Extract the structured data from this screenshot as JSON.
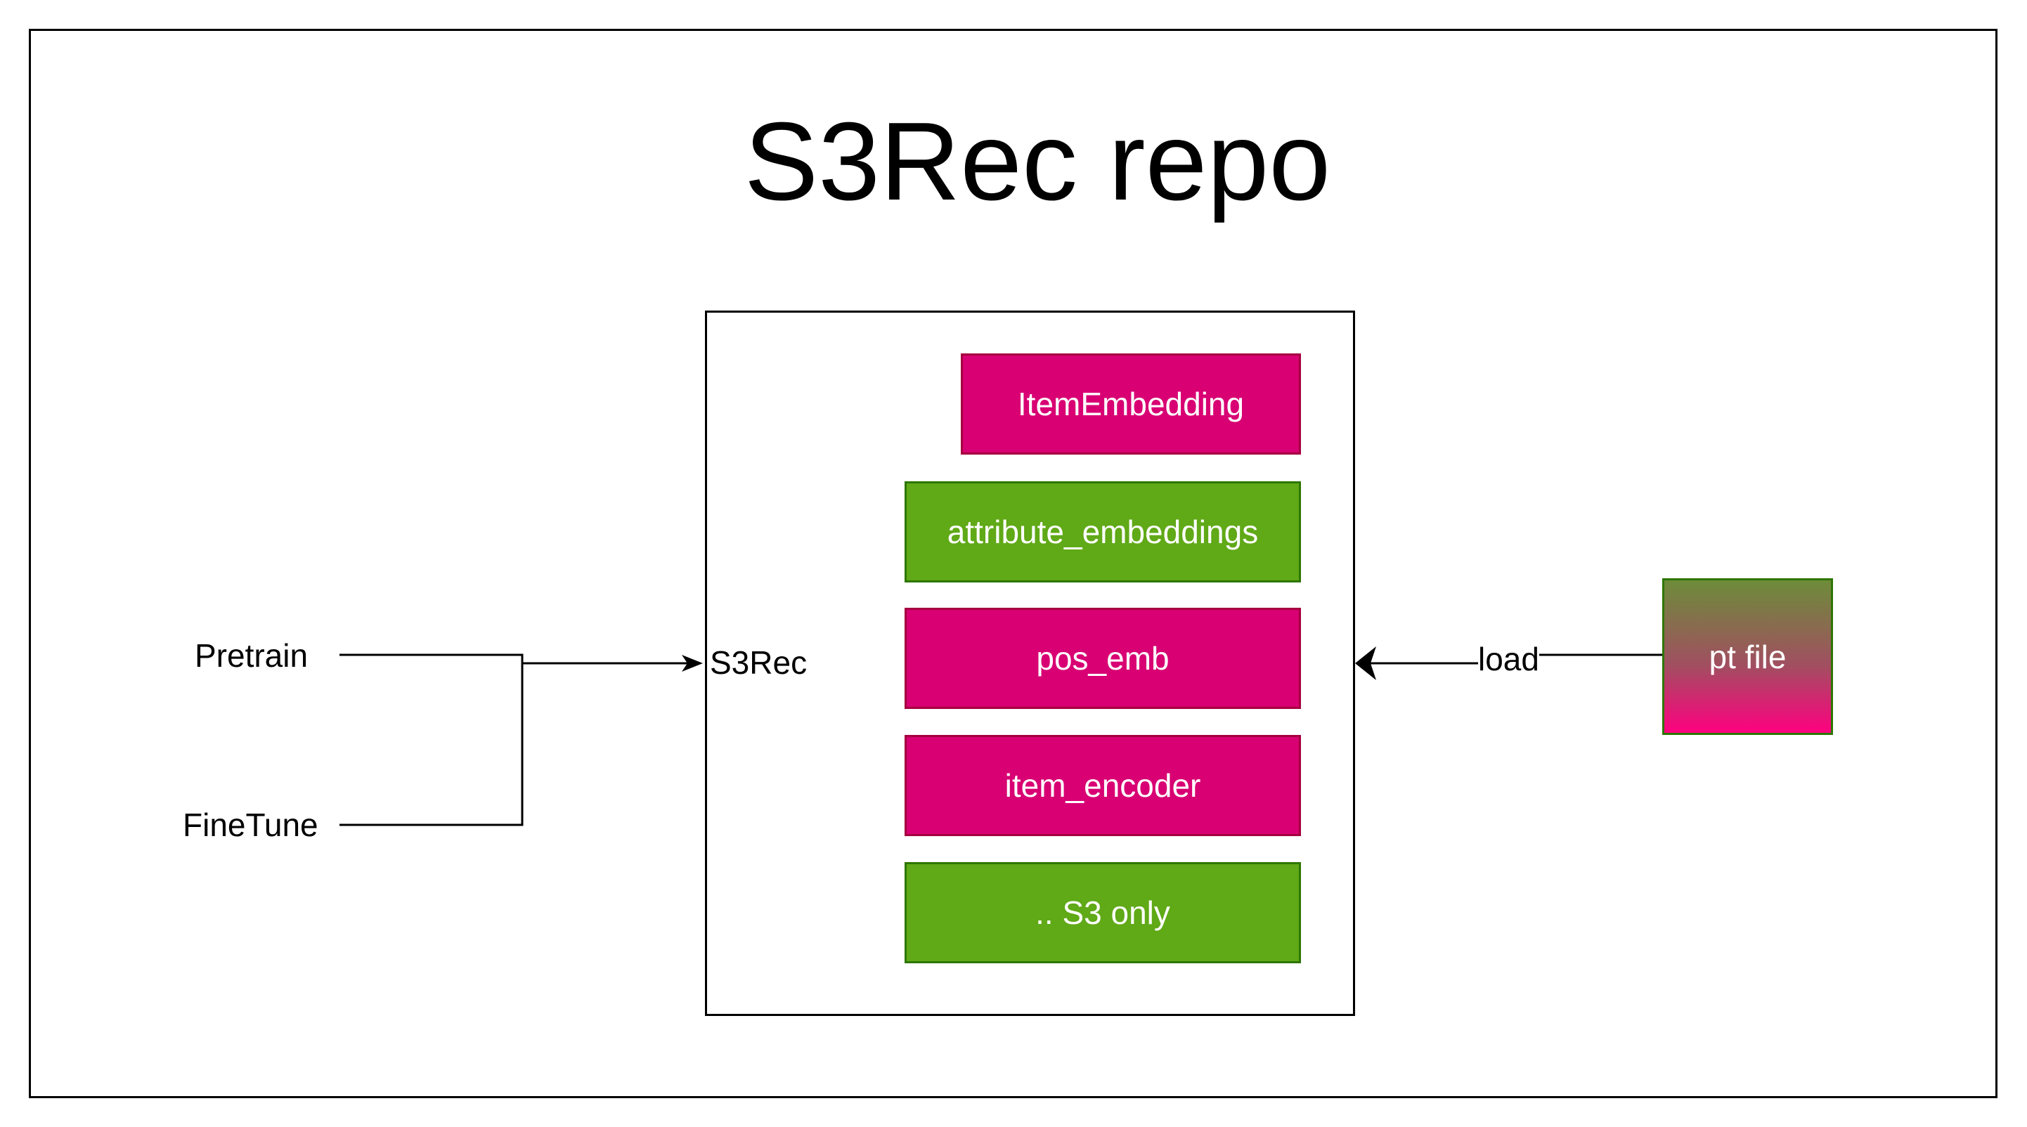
{
  "title": "S3Rec repo",
  "inputs": {
    "pretrain": "Pretrain",
    "finetune": "FineTune"
  },
  "model": {
    "label": "S3Rec",
    "blocks": [
      {
        "text": "ItemEmbedding",
        "kind": "magenta"
      },
      {
        "text": "attribute_embeddings",
        "kind": "green"
      },
      {
        "text": "pos_emb",
        "kind": "magenta"
      },
      {
        "text": "item_encoder",
        "kind": "magenta"
      },
      {
        "text": ".. S3 only",
        "kind": "green"
      }
    ]
  },
  "load_edge": {
    "label": "load"
  },
  "checkpoint": {
    "text": "pt file"
  },
  "colors": {
    "magenta_fill": "#d80073",
    "magenta_border": "#a50040",
    "green_fill": "#60a917",
    "green_border": "#2d7600",
    "pt_gradient_top": "#6d8c3a",
    "pt_gradient_bottom": "#ff0080",
    "line": "#000000"
  }
}
